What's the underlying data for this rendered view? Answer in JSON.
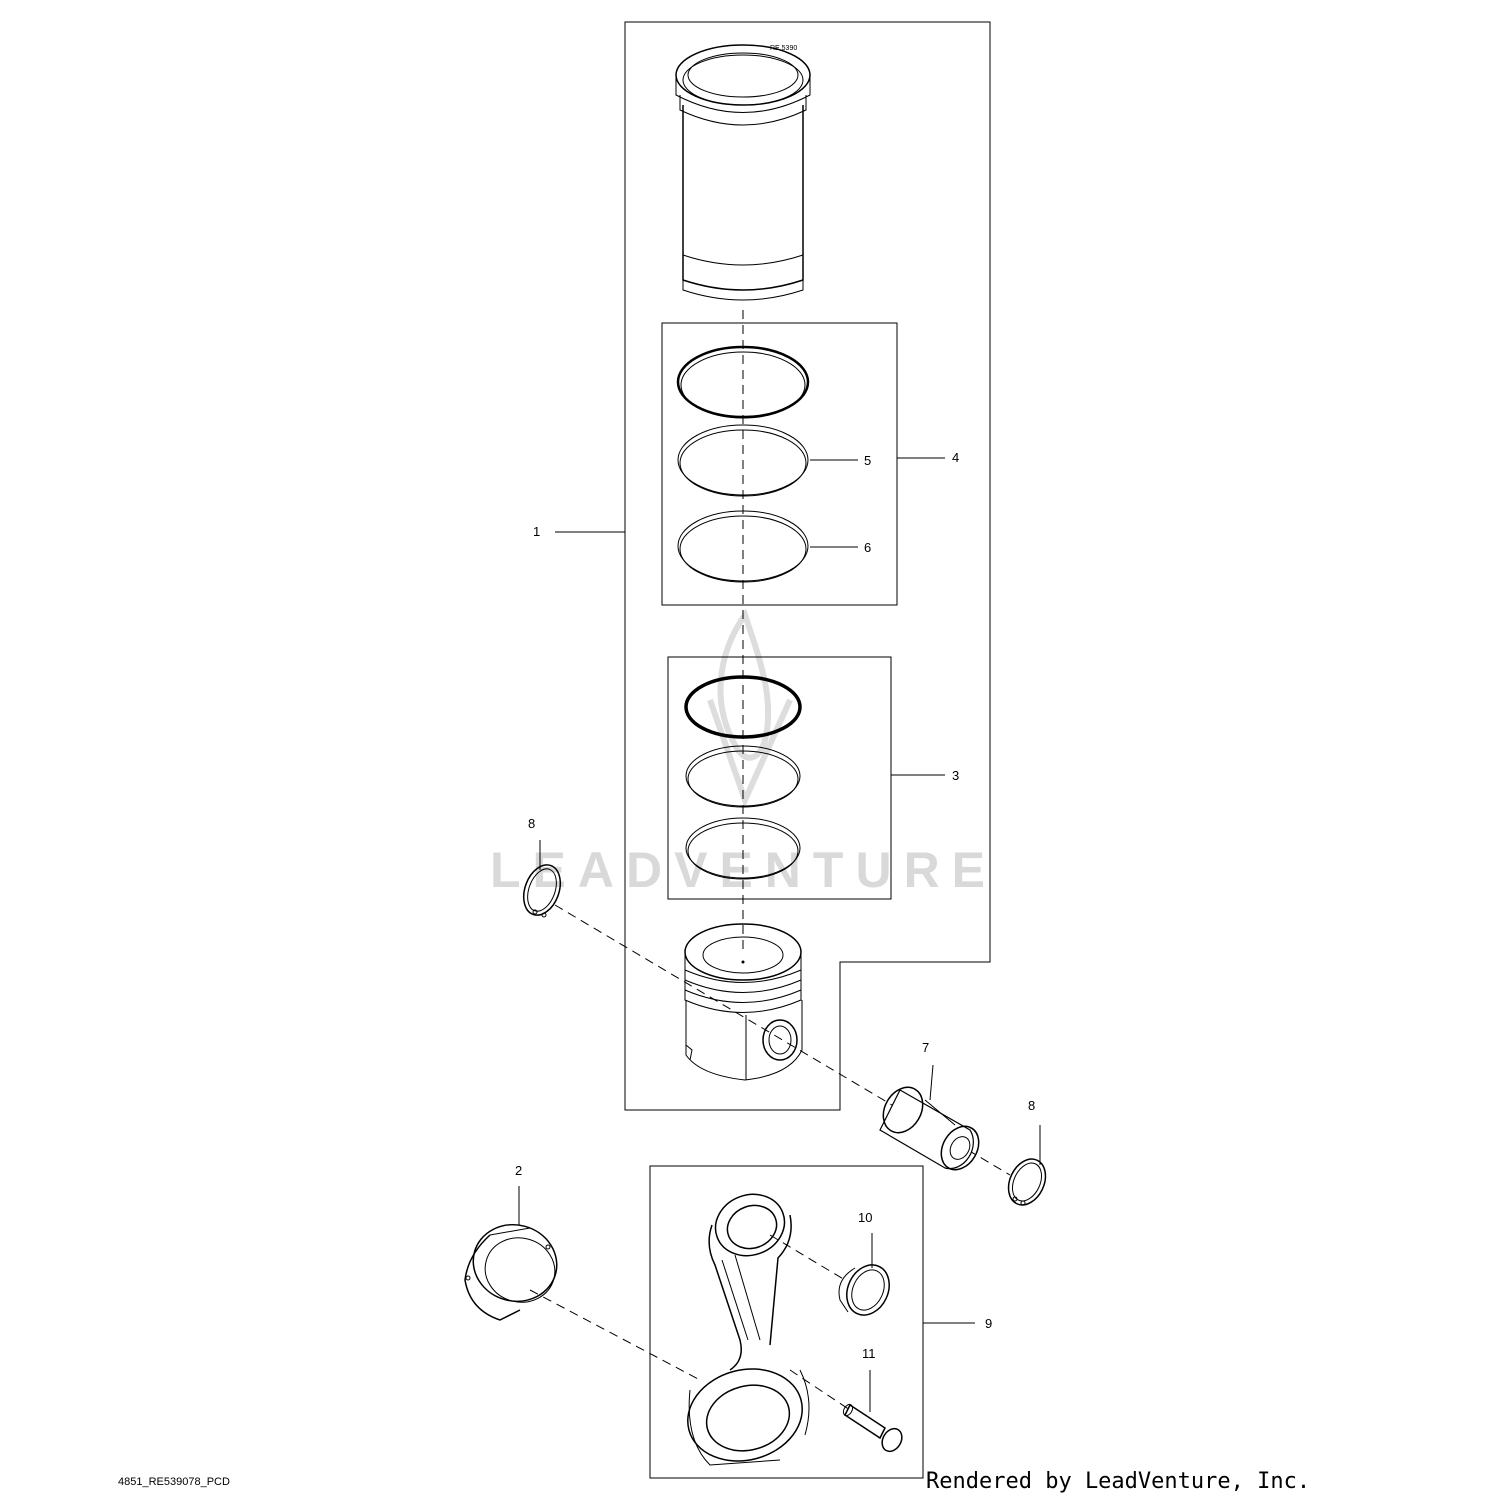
{
  "diagram": {
    "callouts": {
      "c1": "1",
      "c2": "2",
      "c3": "3",
      "c4": "4",
      "c5": "5",
      "c6": "6",
      "c7": "7",
      "c8a": "8",
      "c8b": "8",
      "c9": "9",
      "c10": "10",
      "c11": "11"
    },
    "watermark": "LEADVENTURE",
    "footer": {
      "code": "4851_RE539078_PCD",
      "credit": "Rendered by LeadVenture, Inc."
    }
  }
}
